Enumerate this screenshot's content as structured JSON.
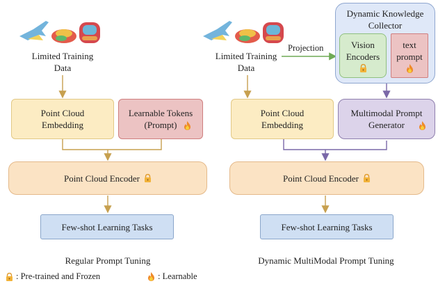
{
  "left": {
    "input_caption": "Limited Training Data",
    "embedding": "Point Cloud Embedding",
    "tokens": "Learnable Tokens (Prompt)",
    "encoder": "Point Cloud Encoder",
    "tasks": "Few-shot Learning Tasks",
    "title": "Regular Prompt Tuning"
  },
  "right": {
    "input_caption": "Limited Training Data",
    "projection": "Projection",
    "collector_title": "Dynamic Knowledge Collector",
    "vision": "Vision Encoders",
    "text_prompt": "text prompt",
    "embedding": "Point Cloud Embedding",
    "generator": "Multimodal Prompt Generator",
    "encoder": "Point Cloud Encoder",
    "tasks": "Few-shot Learning Tasks",
    "title": "Dynamic MultiModal Prompt Tuning"
  },
  "legend": {
    "frozen": ": Pre-trained and Frozen",
    "learnable": ": Learnable"
  },
  "icons": {
    "frozen": "lock-icon",
    "learnable": "flame-icon"
  },
  "colors": {
    "arrow_left": "#c7a04f",
    "arrow_right_flow": "#7a68a8",
    "arrow_projection": "#6faa55"
  }
}
